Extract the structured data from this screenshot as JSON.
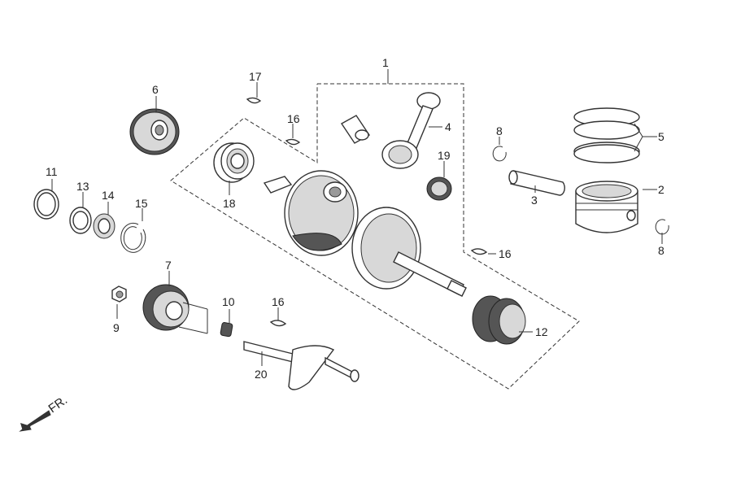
{
  "callouts": {
    "c1": "1",
    "c2": "2",
    "c3": "3",
    "c4": "4",
    "c5": "5",
    "c6": "6",
    "c7": "7",
    "c8a": "8",
    "c8b": "8",
    "c9": "9",
    "c10": "10",
    "c11": "11",
    "c12": "12",
    "c13": "13",
    "c14": "14",
    "c15": "15",
    "c16a": "16",
    "c16b": "16",
    "c16c": "16",
    "c17": "17",
    "c18": "18",
    "c19": "19",
    "c20": "20"
  },
  "direction": {
    "label": "FR."
  }
}
